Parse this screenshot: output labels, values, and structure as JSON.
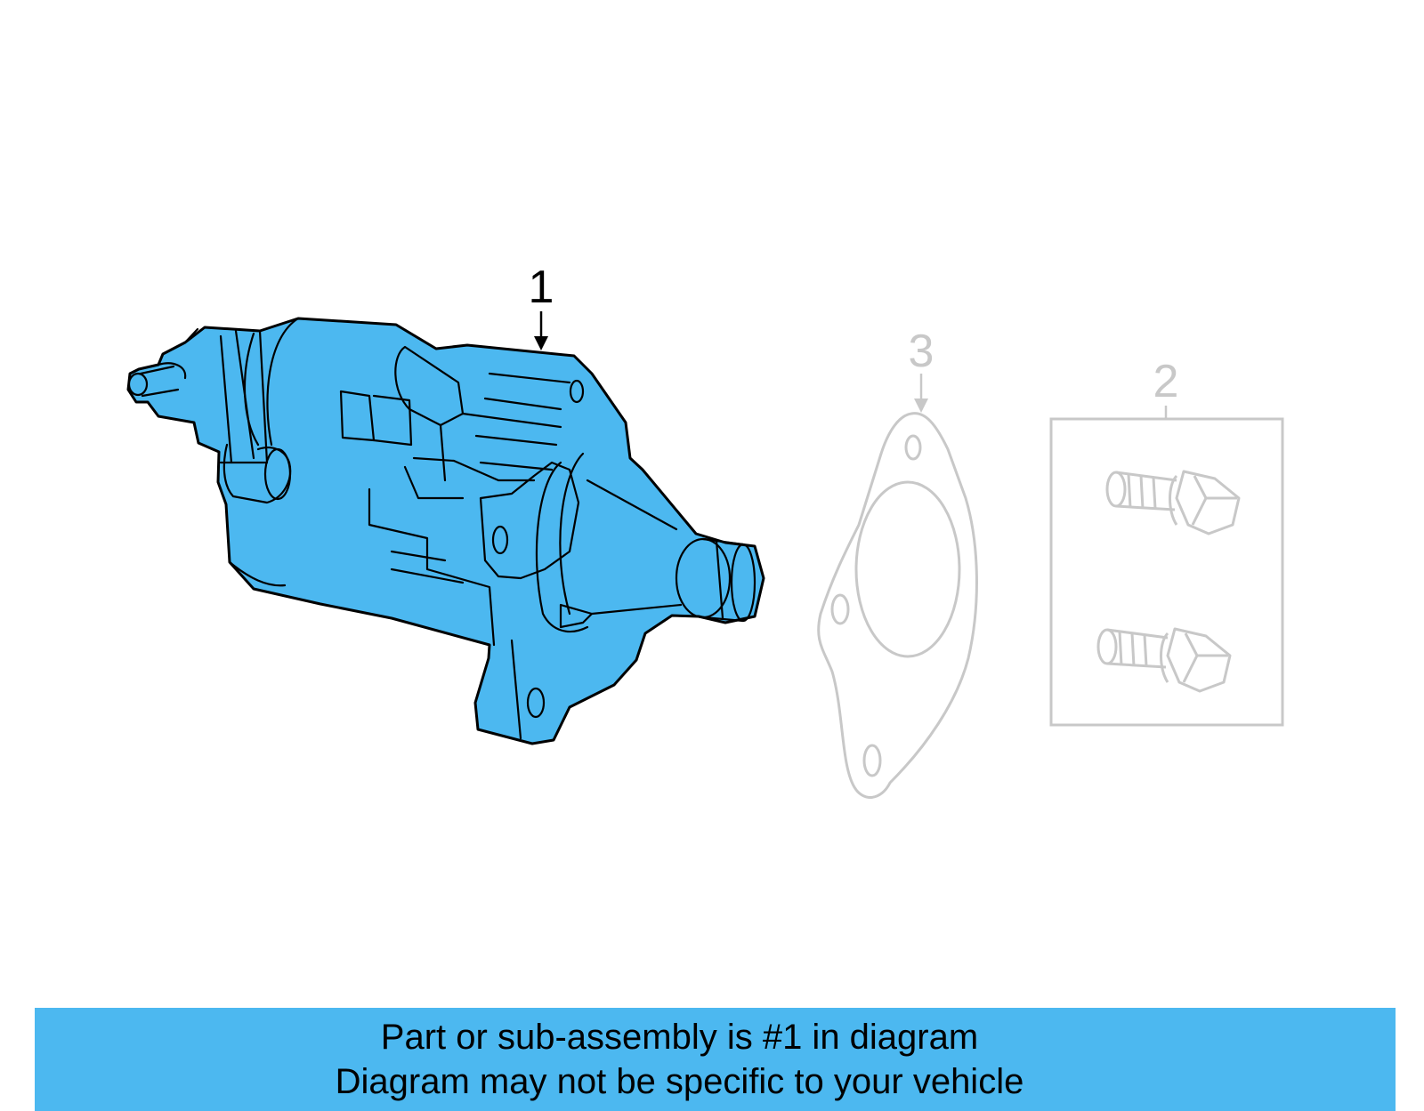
{
  "callouts": {
    "part1": "1",
    "part2": "2",
    "part3": "3"
  },
  "footer": {
    "line1": "Part or sub-assembly is #1 in diagram",
    "line2": "Diagram may not be specific to your vehicle"
  },
  "colors": {
    "highlight": "#4cb8f0",
    "outline": "#000000",
    "faded": "#c8c8c8"
  },
  "icons": [
    "starter-motor-icon",
    "gasket-icon",
    "bolt-icon"
  ]
}
